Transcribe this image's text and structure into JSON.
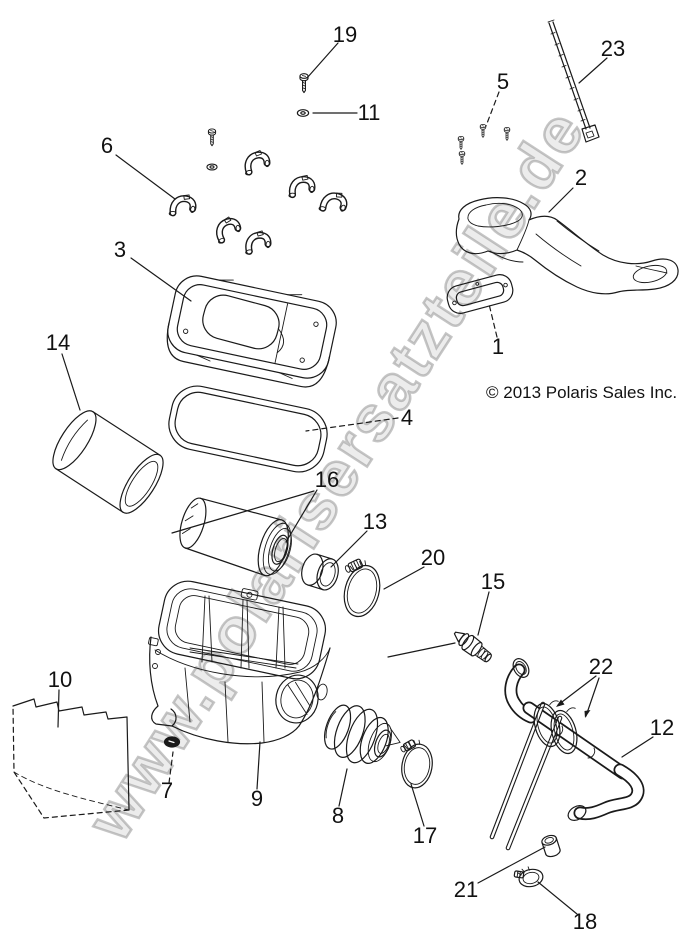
{
  "diagram": {
    "watermark": "www.polarisersatzteile.de",
    "copyright": "© 2013 Polaris Sales Inc."
  },
  "callouts": {
    "c1": "1",
    "c2": "2",
    "c3": "3",
    "c4": "4",
    "c5": "5",
    "c6": "6",
    "c7": "7",
    "c8": "8",
    "c9": "9",
    "c10": "10",
    "c11": "11",
    "c12": "12",
    "c13": "13",
    "c14": "14",
    "c15": "15",
    "c16": "16",
    "c17": "17",
    "c18": "18",
    "c19": "19",
    "c20": "20",
    "c21": "21",
    "c22": "22",
    "c23": "23"
  }
}
